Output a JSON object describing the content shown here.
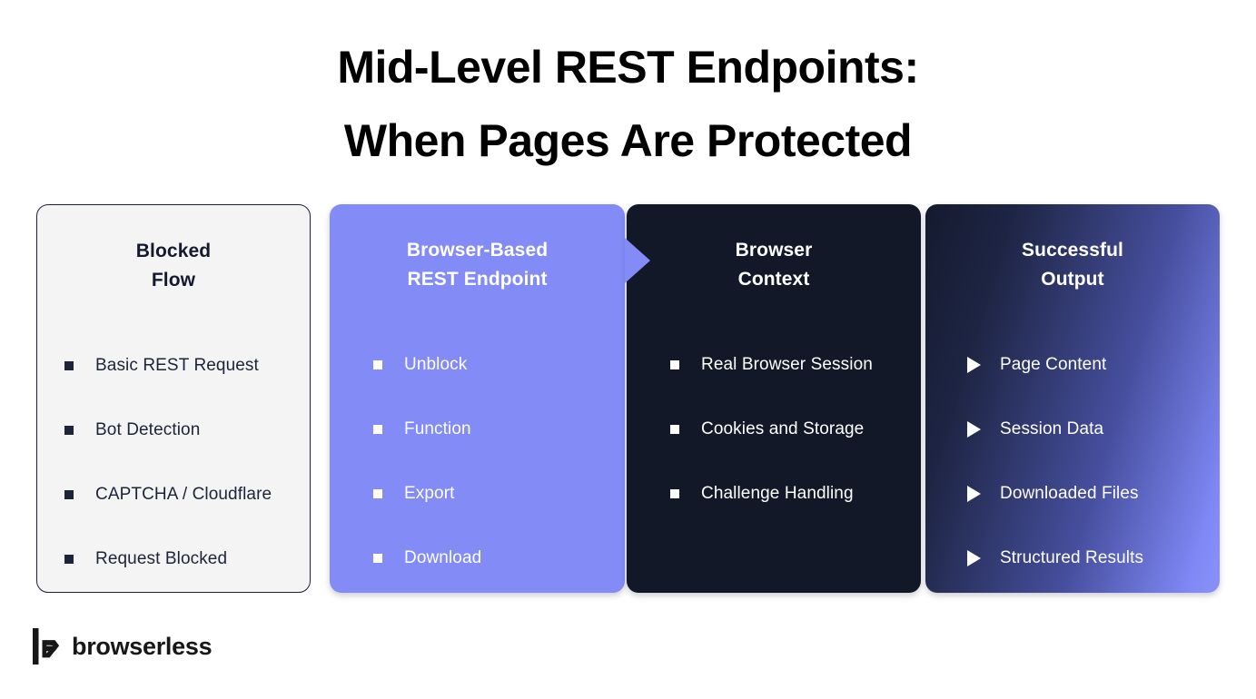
{
  "title": {
    "line1": "Mid-Level REST Endpoints:",
    "line2": "When Pages Are Protected"
  },
  "colors": {
    "page_background": "#ffffff",
    "dark_navy": "#121828",
    "periwinkle": "#838bf6",
    "light_gray": "#f4f4f5",
    "text_dark": "#1d2439",
    "text_light": "#ffffff"
  },
  "cards": [
    {
      "id": "blocked-flow",
      "heading_line1": "Blocked",
      "heading_line2": "Flow",
      "style": "light",
      "bullet": "square",
      "items": [
        "Basic REST Request",
        "Bot Detection",
        "CAPTCHA / Cloudflare",
        "Request Blocked"
      ]
    },
    {
      "id": "browser-based-rest-endpoint",
      "heading_line1": "Browser-Based",
      "heading_line2": "REST Endpoint",
      "style": "purple",
      "bullet": "square",
      "has_arrow": true,
      "items": [
        "Unblock",
        "Function",
        "Export",
        "Download"
      ]
    },
    {
      "id": "browser-context",
      "heading_line1": "Browser",
      "heading_line2": "Context",
      "style": "dark",
      "bullet": "square",
      "items": [
        "Real Browser Session",
        "Cookies and Storage",
        "Challenge Handling"
      ]
    },
    {
      "id": "successful-output",
      "heading_line1": "Successful",
      "heading_line2": "Output",
      "style": "gradient",
      "bullet": "triangle",
      "items": [
        "Page Content",
        "Session Data",
        "Downloaded Files",
        "Structured Results"
      ]
    }
  ],
  "footer": {
    "logo_icon": "browserless-b-mark-icon",
    "wordmark": "browserless"
  }
}
